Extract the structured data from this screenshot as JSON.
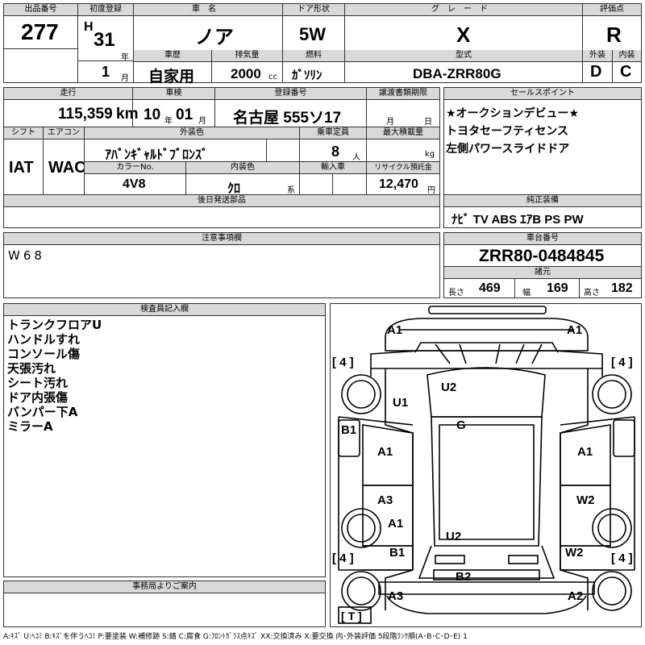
{
  "header": {
    "lot_label": "出品番号",
    "lot": "277",
    "first_reg_label": "初度登録",
    "era": "H",
    "year": "31",
    "year_unit": "年",
    "month": "1",
    "month_unit": "月",
    "car_name_label": "車名",
    "car_name": "ノア",
    "door_label": "ドア形状",
    "door": "5W",
    "grade_label": "グレード",
    "grade": "X",
    "score_label": "評価点",
    "score": "R",
    "history_label": "車歴",
    "history": "自家用",
    "displacement_label": "排気量",
    "displacement": "2000",
    "displacement_unit": "cc",
    "fuel_label": "燃料",
    "fuel": "ｶﾞｿﾘﾝ",
    "model_label": "型式",
    "model": "DBA-ZRR80G",
    "exterior_label": "外装",
    "exterior": "D",
    "interior_label": "内装",
    "interior": "C"
  },
  "row2": {
    "mileage_label": "走行",
    "mileage": "115,359",
    "mileage_unit": "km",
    "inspection_label": "車検",
    "insp_year": "10",
    "insp_year_unit": "年",
    "insp_month": "01",
    "insp_month_unit": "月",
    "plate_label": "登録番号",
    "plate": "名古屋 555ソ17",
    "transfer_label": "譲渡書類期限",
    "transfer_month": "月",
    "transfer_day": "日",
    "shift_label": "シフト",
    "shift": "IAT",
    "ac_label": "エアコン",
    "ac": "WAC",
    "color_label": "外装色",
    "color": "ｱﾊﾞﾝｷﾞｬﾙﾄﾞﾌﾞﾛﾝｽﾞ",
    "capacity_label": "乗車定員",
    "capacity": "8",
    "capacity_unit": "人",
    "load_label": "最大積載量",
    "load_unit": "kg",
    "color_no_label": "カラーNo.",
    "color_no": "4V8",
    "int_color_label": "内装色",
    "int_color": "ｸﾛ",
    "int_color_unit": "系",
    "import_label": "輸入車",
    "recycle_label": "リサイクル預託金",
    "recycle": "12,470",
    "recycle_unit": "円",
    "later_parts_label": "後日発送部品"
  },
  "sales": {
    "label": "セールスポイント",
    "lines": [
      "★オークションデビュー★",
      "トヨタセーフティセンス",
      "左側パワースライドドア"
    ]
  },
  "equip": {
    "label": "純正装備",
    "items": "ﾅﾋﾞ  TV  ABS ｴｱB PS PW"
  },
  "caution": {
    "label": "注意事項欄",
    "text": "W68"
  },
  "chassis": {
    "label": "車台番号",
    "number": "ZRR80-0484845",
    "spec_label": "諸元",
    "length_label": "長さ",
    "length": "469",
    "width_label": "幅",
    "width": "169",
    "height_label": "高さ",
    "height": "182"
  },
  "inspector": {
    "label": "検査員記入欄",
    "lines": [
      "トランクフロアU",
      "ハンドルすれ",
      "コンソール傷",
      "天張汚れ",
      "シート汚れ",
      "ドア内張傷",
      "バンパー下A",
      "ミラーA"
    ]
  },
  "office": {
    "label": "事務局よりご案内"
  },
  "diagram": {
    "marks": {
      "front_left": "A1",
      "front_right": "A1",
      "tire_fl": "4",
      "tire_fr": "4",
      "tire_rl": "4",
      "tire_rr": "4",
      "hood": "U2",
      "left_front_fender": "U1",
      "pillar_left": "B1",
      "roof": "G",
      "left_front_door": "A1",
      "right_front_door": "A1",
      "left_rear_door": "A3",
      "right_rear_door": "W2",
      "left_rear_panel": "A1",
      "left_rear_quarter": "B1",
      "right_rear_quarter": "W2",
      "back_door": "U2",
      "rear_bumper": "B2",
      "rear_left": "A3",
      "rear_right": "A2",
      "spare": "T"
    }
  },
  "legend": "A:ｷｽﾞ U:ﾍｺﾐ B:ｷｽﾞを伴うﾍｺﾐ P:要塗装 W:補修跡 S:錆 C:腐食 G:ﾌﾛﾝﾄｶﾞﾗｽ点ｷｽﾞ XX:交換済み X:要交換 内･外装評価 5段階ﾗﾝｸ順(A･B･C･D･E) 1"
}
